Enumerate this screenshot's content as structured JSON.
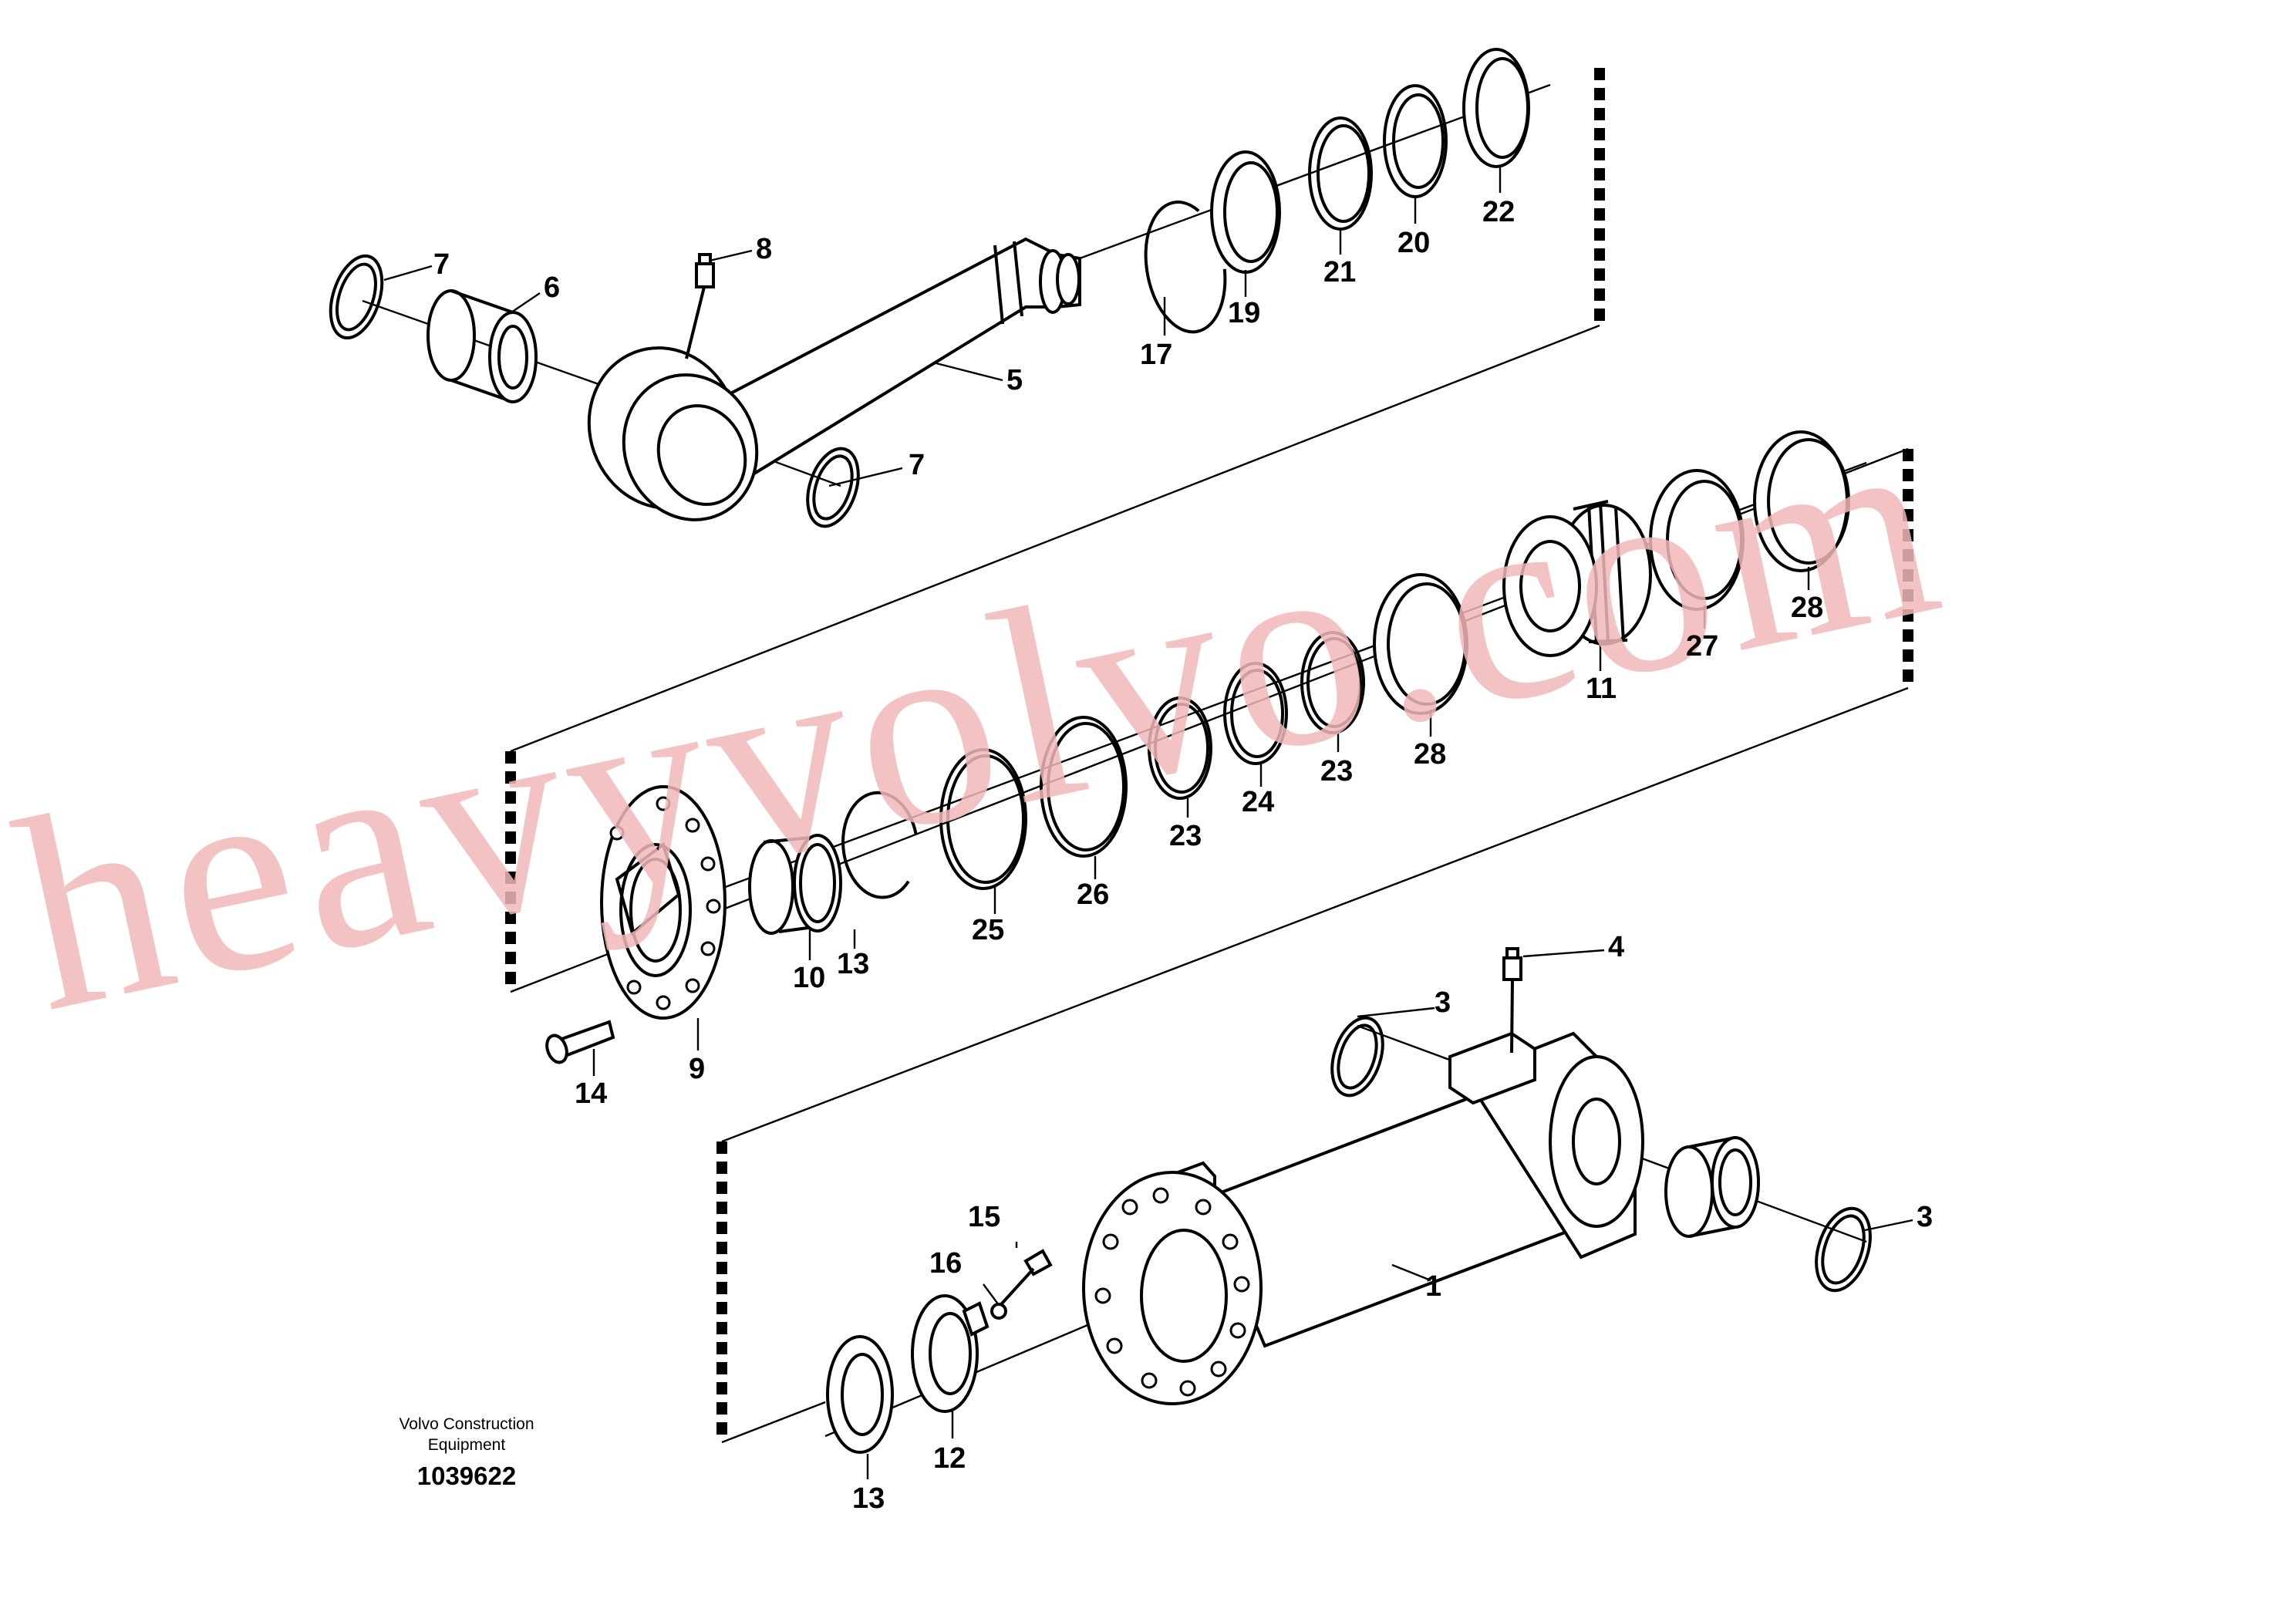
{
  "watermark": {
    "text": "heavyvolvo.com",
    "color": "#f1b8b8"
  },
  "caption": {
    "line1": "Volvo Construction",
    "line2": "Equipment",
    "drawing_id": "1039622"
  },
  "labels": {
    "p1": "1",
    "p3a": "3",
    "p3b": "3",
    "p4": "4",
    "p5": "5",
    "p6": "6",
    "p7a": "7",
    "p7b": "7",
    "p8": "8",
    "p9": "9",
    "p10": "10",
    "p11": "11",
    "p12": "12",
    "p13a": "13",
    "p13b": "13",
    "p14": "14",
    "p15": "15",
    "p16": "16",
    "p17": "17",
    "p19": "19",
    "p20": "20",
    "p21": "21",
    "p22": "22",
    "p23a": "23",
    "p23b": "23",
    "p24": "24",
    "p25": "25",
    "p26": "26",
    "p27": "27",
    "p28a": "28",
    "p28b": "28"
  }
}
